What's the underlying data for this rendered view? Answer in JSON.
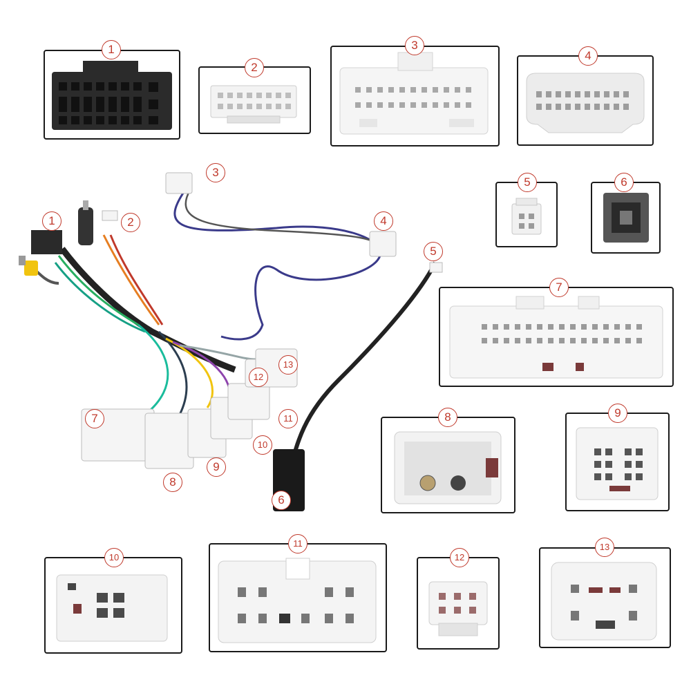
{
  "connectors": [
    {
      "label": "1"
    },
    {
      "label": "2"
    },
    {
      "label": "3"
    },
    {
      "label": "4"
    },
    {
      "label": "5"
    },
    {
      "label": "6"
    },
    {
      "label": "7"
    },
    {
      "label": "8"
    },
    {
      "label": "9"
    },
    {
      "label": "10"
    },
    {
      "label": "11"
    },
    {
      "label": "12"
    },
    {
      "label": "13"
    }
  ],
  "harness_labels": {
    "c1": "1",
    "c2": "2",
    "c3": "3",
    "c4": "4",
    "c5": "5",
    "c6": "6",
    "c7": "7",
    "c8": "8",
    "c9": "9",
    "c10": "10",
    "c11": "11",
    "c12": "12",
    "c13": "13"
  },
  "colors": {
    "badge": "#c0392b",
    "connector_white": "#f4f4f4",
    "connector_black": "#2a2a2a",
    "cable_blue": "#3a3a8a"
  }
}
